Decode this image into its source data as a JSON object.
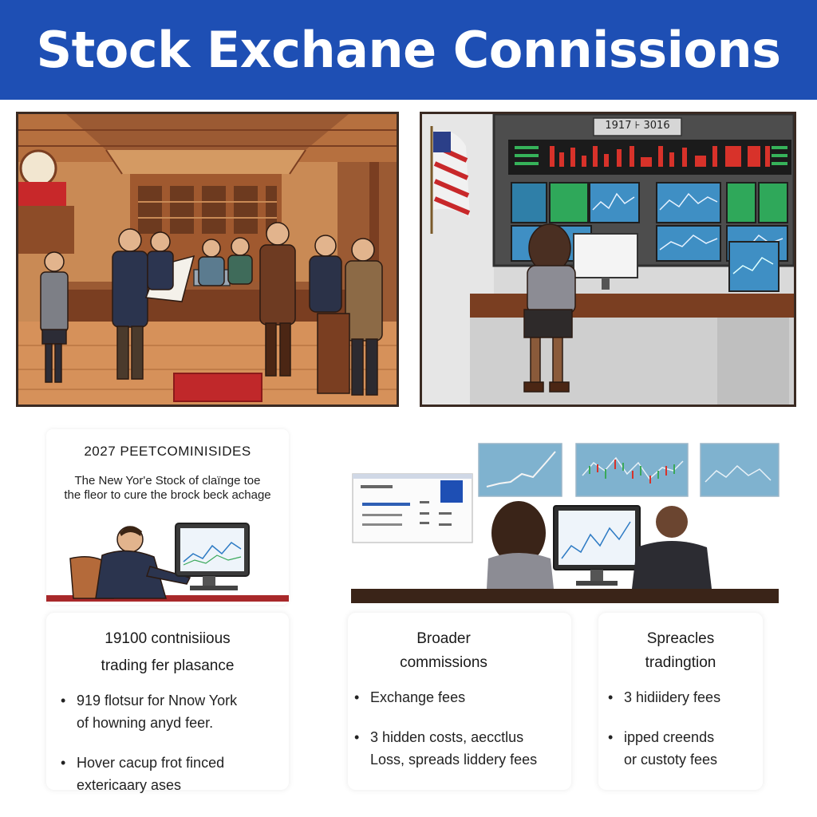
{
  "header": {
    "title": "Stock Exchane Connissions"
  },
  "panels": {
    "modern_floor": {
      "ticker_clock": "1917 ⊦ 3016"
    }
  },
  "info_card": {
    "title": "2027 PEETCOMINISIDES",
    "caption_line1": "The New Yor'e Stock of claïnge toe",
    "caption_line2": "the fleor to cure the brock beck achage"
  },
  "text_cards": [
    {
      "title_line1": "19100 contnisiious",
      "title_line2": "trading fer plasance",
      "bullets": [
        [
          "919 flotsur for Nnow York",
          "of howning anyd feer."
        ],
        [
          "Hover cacup frot finced",
          "extericaary ases"
        ]
      ]
    },
    {
      "title_line1": "Broader",
      "title_line2": "commissions",
      "bullets": [
        [
          "Exchange fees"
        ],
        [
          "3 hidden costs, aecctlus",
          "Loss, spreads liddery fees"
        ]
      ]
    },
    {
      "title_line1": "Spreacles",
      "title_line2": "tradingtion",
      "bullets": [
        [
          "3 hidiidery fees"
        ],
        [
          "ipped creends",
          "or custoty fees"
        ]
      ]
    }
  ],
  "colors": {
    "banner": "#1e4fb4",
    "wood": "#8a4b2c",
    "screen_blue": "#3f8fc4",
    "ticker_red": "#d8322a"
  }
}
